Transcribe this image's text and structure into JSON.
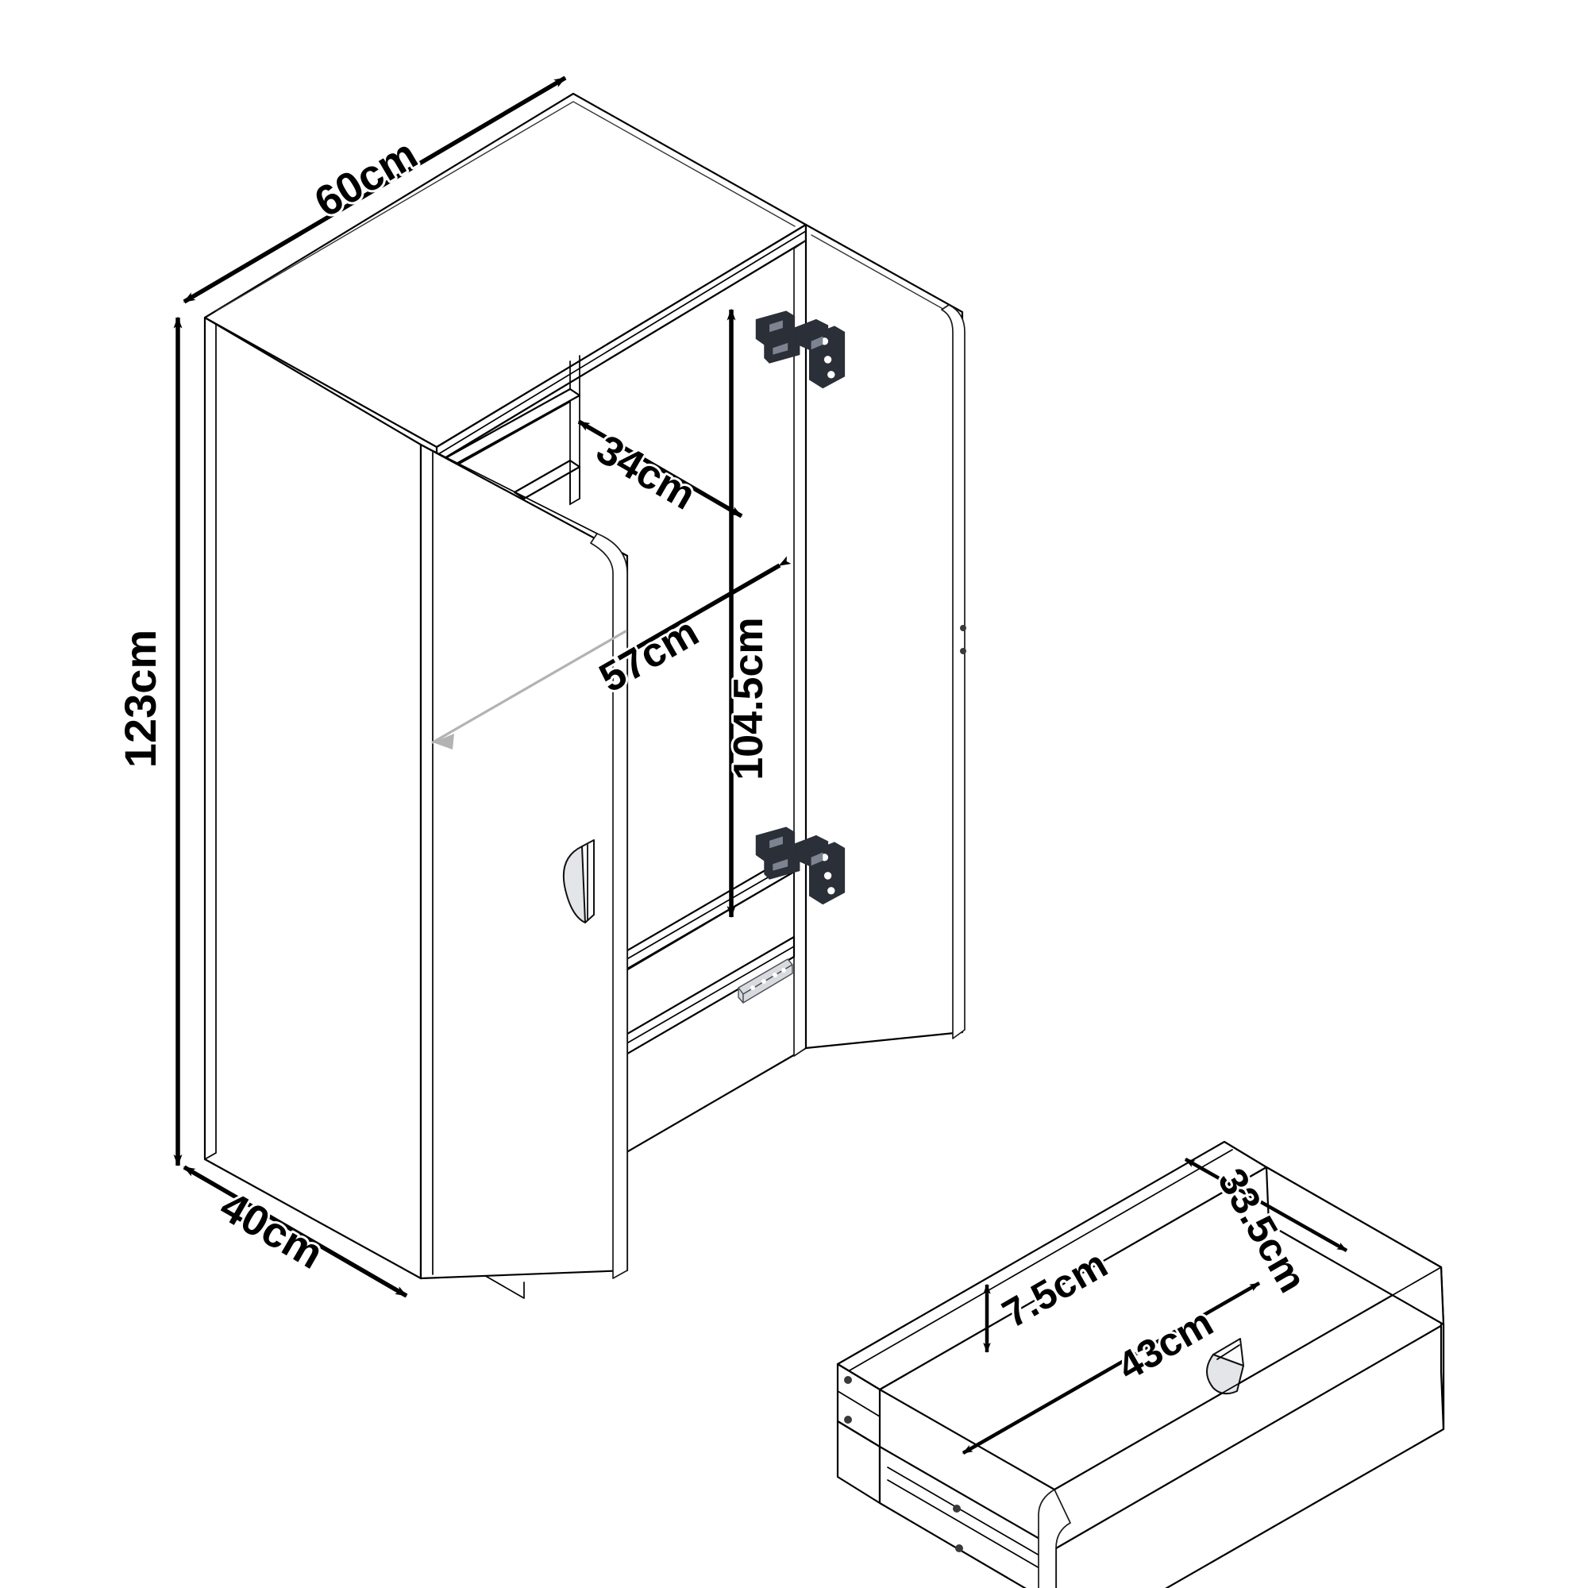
{
  "document": {
    "kind": "technical-dimension-drawing",
    "subject": "2-door wardrobe cabinet with pull-out drawer",
    "units": "cm",
    "background_color": "#ffffff",
    "line_color": "#000000",
    "hinge_color": "#2b2f38",
    "arc_color": "#b3b3b3"
  },
  "cabinet": {
    "label": "wardrobe-cabinet",
    "dimensions": {
      "width": {
        "value": "60cm",
        "axis": "width",
        "placement": "top-left-diagonal"
      },
      "height": {
        "value": "123cm",
        "axis": "height",
        "placement": "left-vertical",
        "rotation": -90
      },
      "depth": {
        "value": "40cm",
        "axis": "depth",
        "placement": "bottom-left-diagonal"
      }
    },
    "interior_dimensions": {
      "shelf_depth": {
        "value": "34cm",
        "placement": "upper-interior-diagonal"
      },
      "shelf_width": {
        "value": "57cm",
        "placement": "mid-interior-diagonal"
      },
      "opening_height": {
        "value": "104.5cm",
        "placement": "right-vertical",
        "rotation": -90
      }
    },
    "hardware": {
      "hinges": [
        {
          "name": "upper-hinge",
          "type": "concealed-cup-hinge"
        },
        {
          "name": "lower-hinge",
          "type": "concealed-cup-hinge"
        }
      ],
      "door_handle": {
        "name": "door-handle",
        "type": "shell-pull"
      },
      "drawer_slide": {
        "name": "drawer-slide-rail",
        "type": "metal-runner"
      }
    },
    "doors": {
      "left_door": {
        "name": "left-door",
        "state": "open-partial"
      },
      "right_door": {
        "name": "right-door",
        "state": "open-wide"
      }
    },
    "swing_arc": {
      "name": "door-swing-indicator",
      "color": "#b3b3b3"
    }
  },
  "drawer": {
    "label": "pull-out-drawer",
    "dimensions": {
      "inner_width": {
        "value": "33.5cm",
        "placement": "diagonal-upper-right"
      },
      "side_height": {
        "value": "7.5cm",
        "placement": "vertical-left"
      },
      "inner_length": {
        "value": "43cm",
        "placement": "diagonal-long"
      }
    },
    "hardware": {
      "handle": {
        "name": "drawer-handle",
        "type": "shell-pull"
      },
      "cam_holes": {
        "name": "cam-lock-holes",
        "count": 4
      }
    }
  },
  "dimension_labels": [
    {
      "id": "w60",
      "text": "60cm"
    },
    {
      "id": "h123",
      "text": "123cm"
    },
    {
      "id": "d40",
      "text": "40cm"
    },
    {
      "id": "i34",
      "text": "34cm"
    },
    {
      "id": "i57",
      "text": "57cm"
    },
    {
      "id": "i1045",
      "text": "104.5cm"
    },
    {
      "id": "dr335",
      "text": "33.5cm"
    },
    {
      "id": "dr75",
      "text": "7.5cm"
    },
    {
      "id": "dr43",
      "text": "43cm"
    }
  ]
}
